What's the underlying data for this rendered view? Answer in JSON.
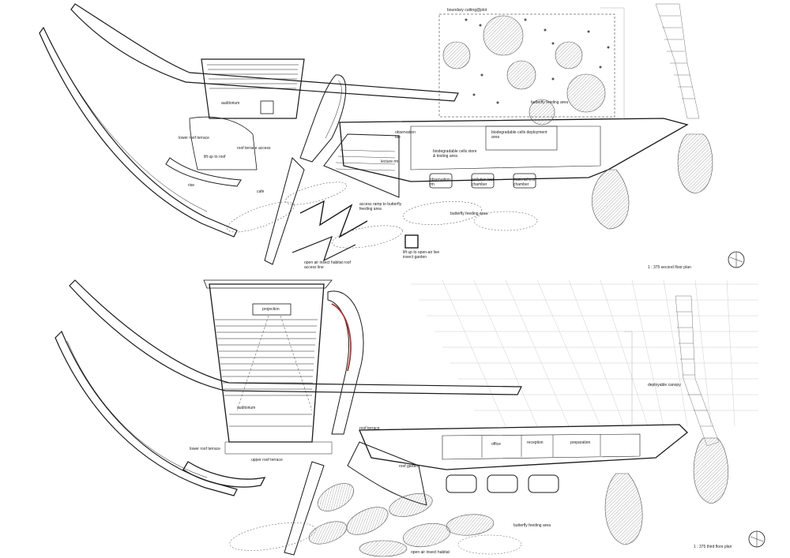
{
  "sheet": {
    "background": "#ffffff",
    "line_color": "#1a1a1a",
    "hatch_color": "#555555",
    "grid_color": "#b8b8b8"
  },
  "second_floor": {
    "title": "1 : 375   second floor plan",
    "labels": {
      "boundary": "boundary cutting@plot",
      "butterfly_area_top": "butterfly feeding area",
      "lower_roof_terrace": "lower roof terrace",
      "roof_terrace_access": "roof terrace access",
      "lift_to_roof": "lift up to roof",
      "observation_lab": "observation lab",
      "biodegradable": "biodegradable cells deployment area",
      "biodegradable_store": "biodegradable cells store & testing area",
      "lecture": "lecture rm",
      "observation_rm": "observation rm",
      "pollution_test": "pollution test chamber",
      "material_test": "material test chamber",
      "access_ramp": "access ramp to butterfly feeding area",
      "butterfly_area": "butterfly feeding area",
      "lift_open_air": "lift up to open-air live insect garden",
      "open_air": "open air insect habitat roof access line",
      "cafe": "cafe",
      "auditorium": "auditorium",
      "rise": "rise"
    }
  },
  "third_floor": {
    "title": "1 : 375   third floor plan",
    "labels": {
      "projection": "projection",
      "auditorium": "auditorium",
      "lower_roof_terrace": "lower roof terrace",
      "upper_roof_terrace": "upper roof terrace",
      "deployable_canopy": "deployable canopy",
      "roof_terrace": "roof terrace",
      "roof_garden": "roof garden",
      "office": "office",
      "reception": "reception",
      "preparation": "preparation",
      "butterfly_area": "butterfly feeding area",
      "open_air": "open air insect habitat"
    }
  }
}
